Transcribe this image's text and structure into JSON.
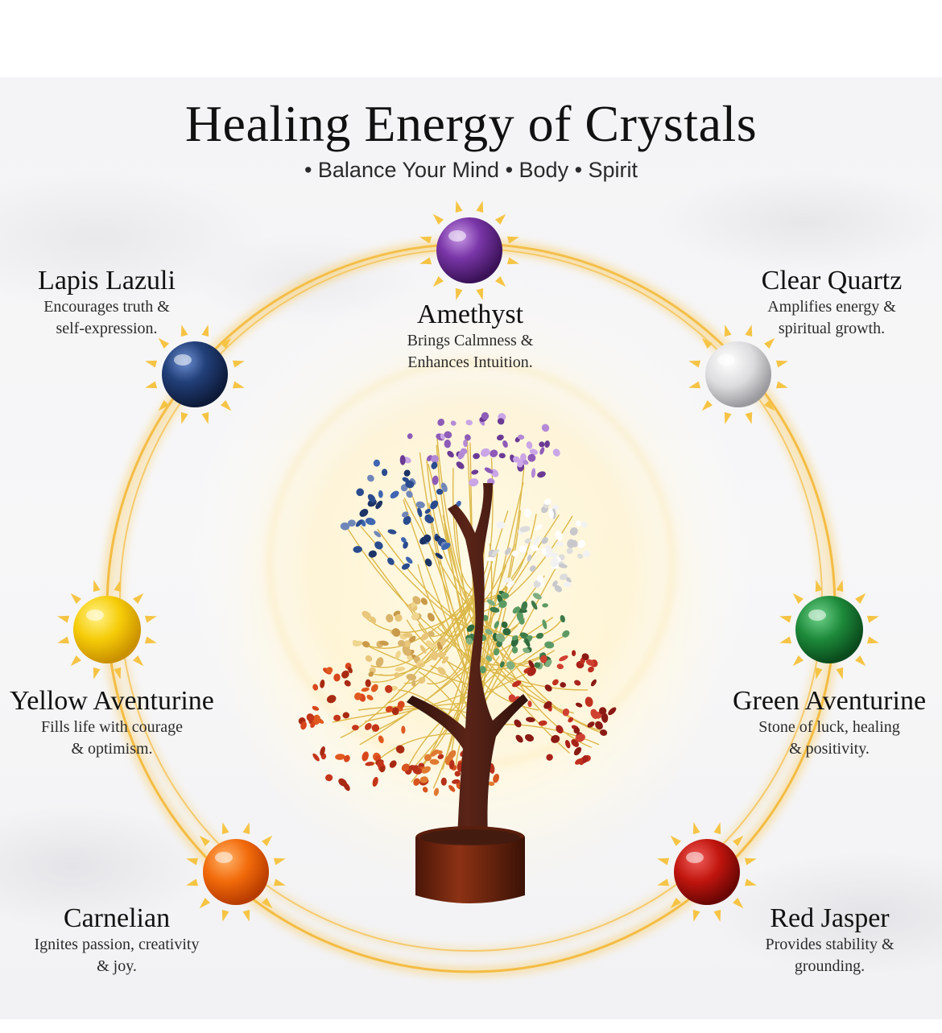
{
  "title": "Healing Energy of Crystals",
  "subtitle": "• Balance Your Mind • Body • Spirit",
  "crystals": {
    "amethyst": {
      "name": "Amethyst",
      "line1": "Brings Calmness &",
      "line2": "Enhances Intuition.",
      "color": "#6b2d91"
    },
    "lapis": {
      "name": "Lapis Lazuli",
      "line1": "Encourages truth &",
      "line2": "self-expression.",
      "color": "#1f3b70"
    },
    "quartz": {
      "name": "Clear Quartz",
      "line1": "Amplifies energy &",
      "line2": "spiritual growth.",
      "color": "#d6d6d8"
    },
    "yellow": {
      "name": "Yellow Aventurine",
      "line1": "Fills life with courage",
      "line2": "& optimism.",
      "color": "#f5c400"
    },
    "green": {
      "name": "Green Aventurine",
      "line1": "Stone of luck, healing",
      "line2": "& positivity.",
      "color": "#1e8a3a"
    },
    "carnelian": {
      "name": "Carnelian",
      "line1": "Ignites passion, creativity",
      "line2": "& joy.",
      "color": "#f26a0a"
    },
    "red": {
      "name": "Red Jasper",
      "line1": "Provides stability &",
      "line2": "grounding.",
      "color": "#c0150e"
    }
  },
  "colors": {
    "glow_ring": "#f4c04a",
    "sun_rays": "#f6c445",
    "trunk": "#4a1f16",
    "base": "#7a2a14",
    "wire": "#d9b23a"
  }
}
